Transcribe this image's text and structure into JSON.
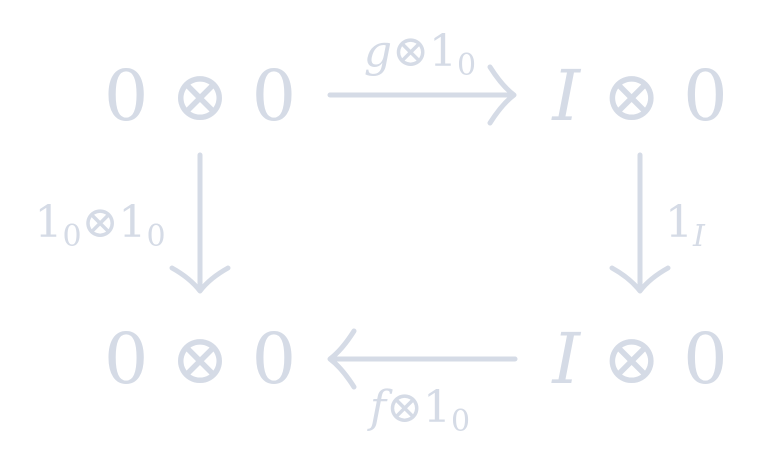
{
  "diagram": {
    "nodes": {
      "top_left": "0 ⊗ 0",
      "top_right_var": "I",
      "top_right_rest": " ⊗ 0",
      "bottom_left": "0 ⊗ 0",
      "bottom_right_var": "I",
      "bottom_right_rest": " ⊗ 0"
    },
    "arrows": {
      "top": {
        "var": "g",
        "op": "⊗1",
        "sub": "0"
      },
      "left": {
        "base1": "1",
        "sub1": "0",
        "op": "⊗1",
        "sub2": "0"
      },
      "right": {
        "base": "1",
        "sub": "I"
      },
      "bottom": {
        "var": "f",
        "op": "⊗1",
        "sub": "0"
      }
    },
    "color": "#d5dbe6"
  }
}
